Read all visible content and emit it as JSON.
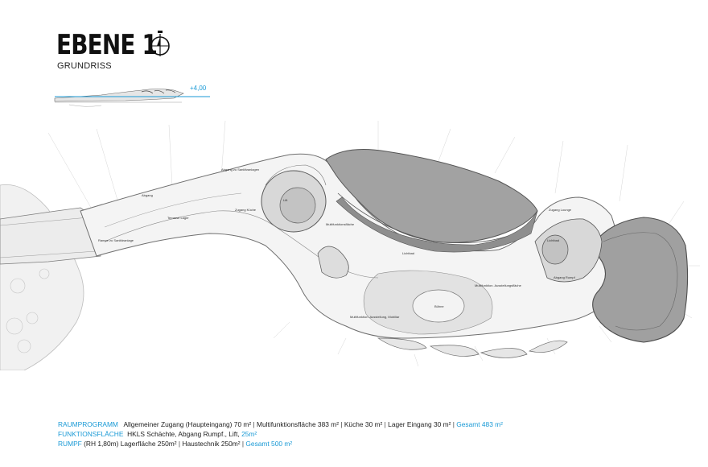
{
  "title": "EBENE 1",
  "subtitle": "GRUNDRISS",
  "level_marker": "+4,00",
  "colors": {
    "accent": "#1a9ad6",
    "ink": "#111111",
    "plan_gray": "#9a9a9a",
    "plan_dark": "#7c7c7c"
  },
  "icons": {
    "north_arrow": "north-arrow-icon"
  },
  "legend": {
    "raumprogramm": {
      "label": "RAUMPROGRAMM",
      "items": [
        "Allgemeiner Zugang (Haupteingang)  70 m²",
        "Multifunktionsfläche  383 m²",
        "Küche  30 m²",
        "Lager Eingang  30 m²"
      ],
      "total": "Gesamt  483 m²"
    },
    "funktionsflaeche": {
      "label": "FUNKTIONSFLÄCHE",
      "text": "HKLS Schächte, Abgang Rumpf., Lift,",
      "total": "25m²"
    },
    "rumpf": {
      "label": "RUMPF",
      "text": "(RH 1,80m)  Lagerfläche 250m²",
      "text2": "Haustechnik 250m²",
      "total": "Gesamt 500 m²"
    }
  }
}
